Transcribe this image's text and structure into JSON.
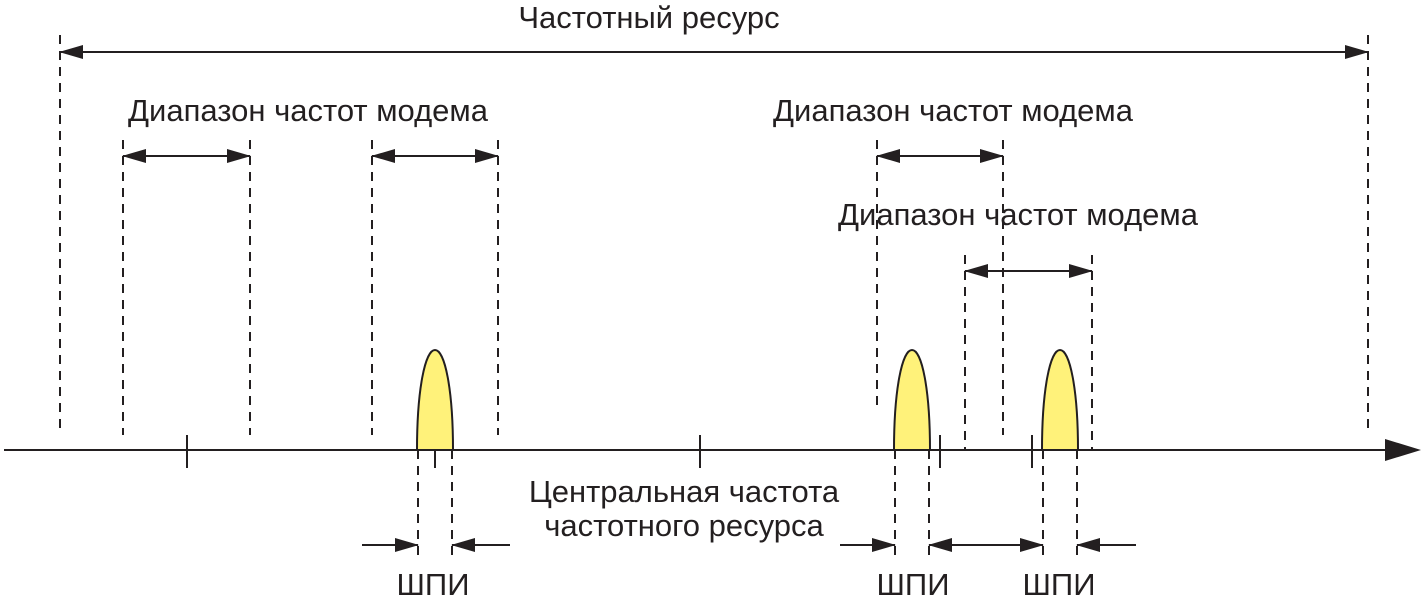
{
  "diagram": {
    "title": "Частотный ресурс",
    "modem_range_labels": [
      "Диапазон частот модема",
      "Диапазон частот модема",
      "Диапазон частот модема"
    ],
    "center_frequency_label": [
      "Центральная частота",
      "частотного ресурса"
    ],
    "spi_labels": [
      "ШПИ",
      "ШПИ",
      "ШПИ"
    ],
    "colors": {
      "line": "#231f20",
      "pulse_fill": "#fff27a"
    },
    "icons": [
      "arrow-right-icon",
      "double-arrow-icon"
    ]
  }
}
